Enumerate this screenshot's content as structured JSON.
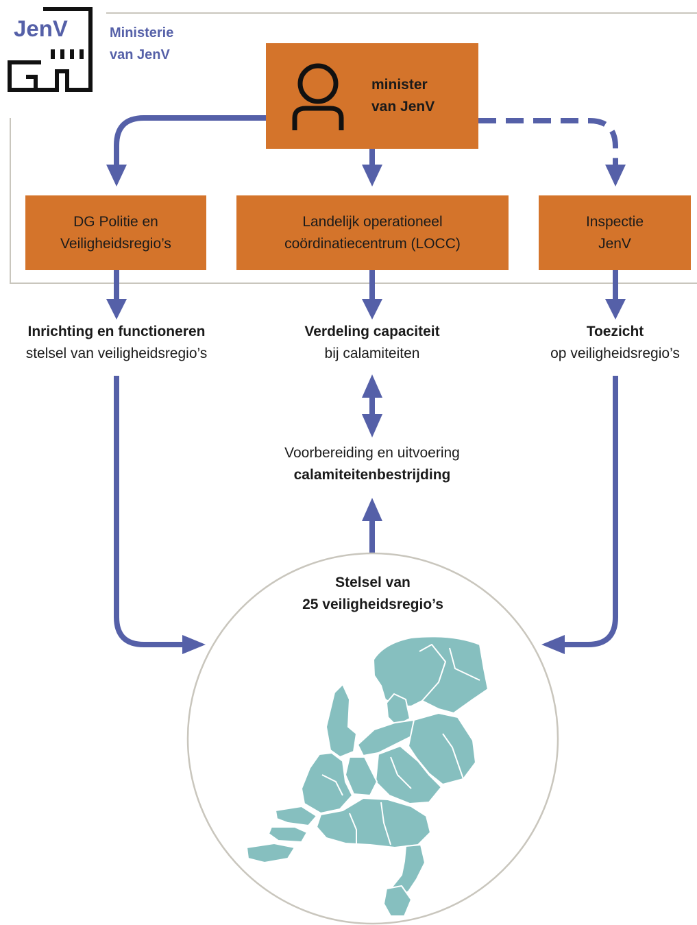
{
  "ministry": {
    "logo_text": "JenV",
    "name_line1": "Ministerie",
    "name_line2": "van JenV"
  },
  "minister": {
    "line1": "minister",
    "line2": "van JenV"
  },
  "boxes": [
    {
      "line1": "DG Politie en",
      "line2": "Veiligheidsregio’s"
    },
    {
      "line1": "Landelijk operationeel",
      "line2": "coördinatiecentrum (LOCC)"
    },
    {
      "line1": "Inspectie",
      "line2": "JenV"
    }
  ],
  "roles": [
    {
      "bold": "Inrichting en functioneren",
      "normal": "stelsel van veiligheidsregio’s"
    },
    {
      "bold": "Verdeling capaciteit",
      "normal": "bij calamiteiten"
    },
    {
      "bold": "Toezicht",
      "normal": "op veiligheidsregio’s"
    }
  ],
  "preparation": {
    "normal": "Voorbereiding en uitvoering",
    "bold": "calamiteitenbestrijding"
  },
  "system": {
    "line1": "Stelsel van",
    "line2": "25 veiligheidsregio’s"
  },
  "colors": {
    "box": "#d4742b",
    "arrow": "#5560a8",
    "ministry_text": "#5560a8",
    "map": "#86bfbf",
    "frame": "#c9c6bd"
  }
}
